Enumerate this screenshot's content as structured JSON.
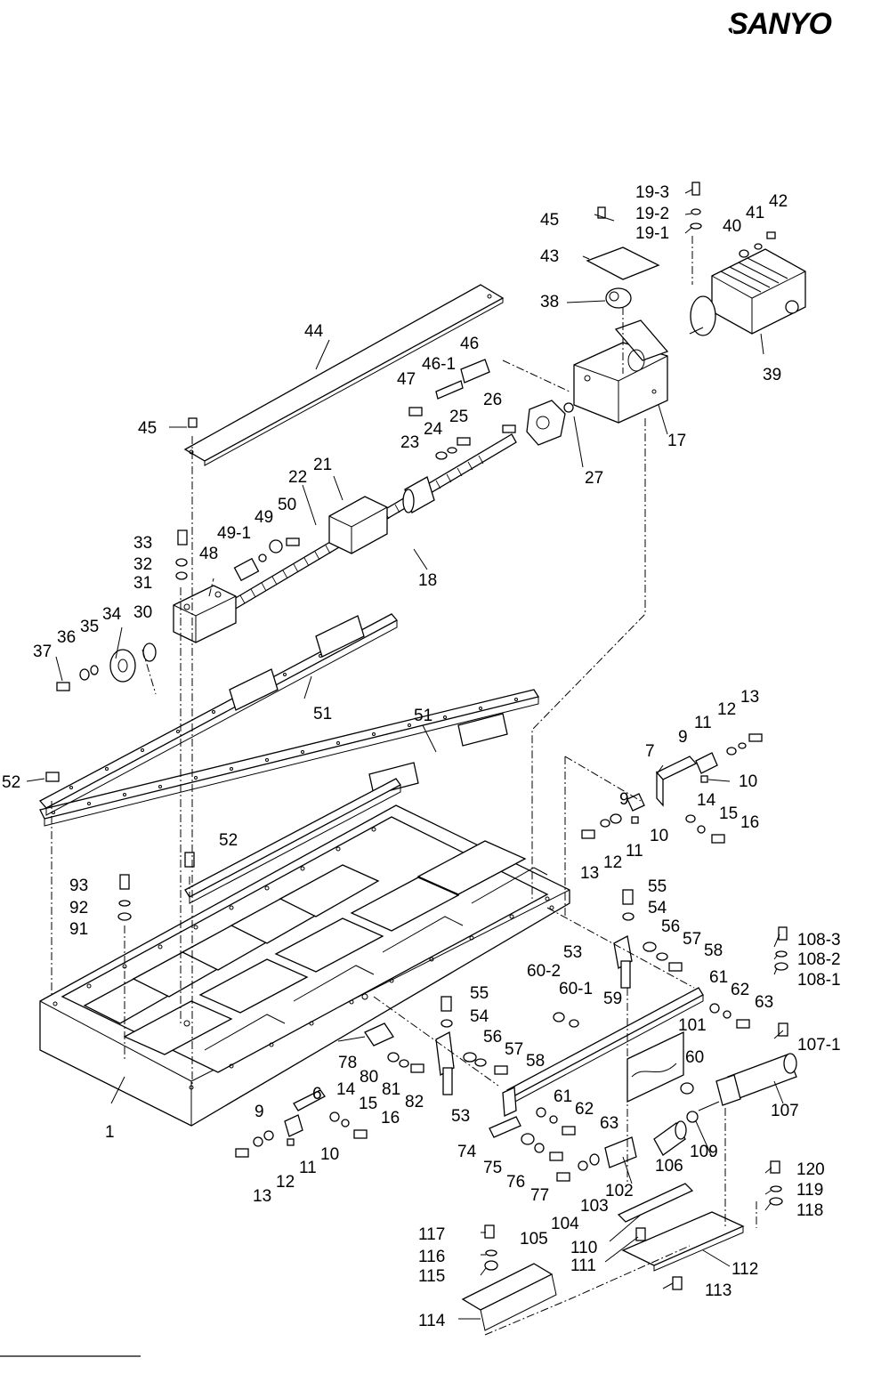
{
  "brand": {
    "logo_text": "SANYO"
  },
  "part_labels": [
    "1",
    "6",
    "7",
    "9",
    "9",
    "9",
    "10",
    "10",
    "10",
    "11",
    "11",
    "11",
    "12",
    "12",
    "12",
    "13",
    "13",
    "13",
    "14",
    "14",
    "15",
    "15",
    "16",
    "16",
    "17",
    "18",
    "19-1",
    "19-2",
    "19-3",
    "21",
    "22",
    "23",
    "24",
    "25",
    "26",
    "27",
    "30",
    "31",
    "32",
    "33",
    "34",
    "35",
    "36",
    "37",
    "38",
    "39",
    "40",
    "41",
    "42",
    "43",
    "44",
    "45",
    "45",
    "46",
    "46-1",
    "47",
    "48",
    "49",
    "49-1",
    "50",
    "51",
    "51",
    "52",
    "52",
    "53",
    "53",
    "54",
    "54",
    "55",
    "55",
    "56",
    "56",
    "57",
    "57",
    "58",
    "58",
    "59",
    "60",
    "60-1",
    "60-2",
    "61",
    "61",
    "62",
    "62",
    "63",
    "63",
    "74",
    "75",
    "76",
    "77",
    "78",
    "80",
    "81",
    "82",
    "91",
    "92",
    "93",
    "101",
    "102",
    "103",
    "104",
    "105",
    "106",
    "107",
    "107-1",
    "108-1",
    "108-2",
    "108-3",
    "109",
    "110",
    "111",
    "112",
    "113",
    "114",
    "115",
    "116",
    "117",
    "118",
    "119",
    "120"
  ],
  "footer": {
    "rule": true
  }
}
